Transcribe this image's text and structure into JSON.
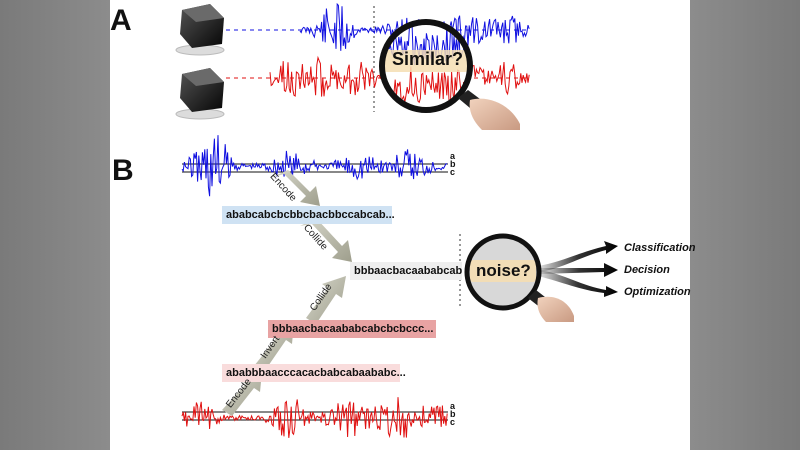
{
  "panel_a": {
    "label": "A",
    "magnifier_text": "Similar?",
    "colors": {
      "top_signal": "#1010e0",
      "bottom_signal": "#e01010",
      "highlight": "#f5deb3"
    }
  },
  "panel_b": {
    "label": "B",
    "alphabet": [
      "a",
      "b",
      "c"
    ],
    "steps": {
      "encode_top": "Encode",
      "collide_top": "Collide",
      "collide_bottom": "Collide",
      "invert": "Invert",
      "encode_bottom": "Encode"
    },
    "codes": {
      "encoded_top": "ababcabcbcbbcbacbbccabcab...",
      "collided": "bbbaacbacaababcabcb",
      "inverted": "bbbaacbacaababcabcbcbccc...",
      "encoded_bottom": "ababbbaacccacacbabcabaababc..."
    },
    "magnifier_text": "noise?",
    "outcomes": [
      "Classification",
      "Decision",
      "Optimization"
    ],
    "colors": {
      "encoded_top_bg": "#cfe2f3",
      "collided_bg": "#eeeeee",
      "inverted_bg": "#e8a3a3",
      "encoded_bottom_bg": "#f9dcdc",
      "arrow": "#a8a897"
    }
  }
}
